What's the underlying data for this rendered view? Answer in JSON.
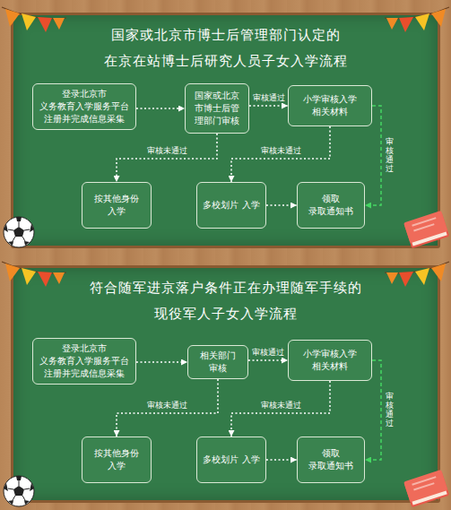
{
  "diagram": {
    "nodes": [
      {
        "text": [
          "国家或北京市博士后管理部门认定的 在京在站博士后研究人员子女入学流程"
        ]
      },
      {
        "text": [
          "登录北京市 义务教育入学服务平台 注册并完成信息采集"
        ],
        "in": 0
      },
      {
        "text": [
          "国家或北京 市博士后管 理部门审核"
        ],
        "in": 0
      },
      {
        "text": [
          "小学审核入学 相关材料"
        ],
        "in": 0
      },
      {
        "text": [
          "按其他身份 入学"
        ],
        "in": 0
      },
      {
        "text": [
          "多校划片 入学"
        ],
        "in": 0
      },
      {
        "text": [
          "领取 录取通知书"
        ],
        "in": 0
      },
      {
        "text": [
          "符合随军进京落户条件正在办理随军手续的 现役军人子女入学流程"
        ]
      },
      {
        "text": [
          "登录北京市 义务教育入学服务平台 注册并完成信息采集"
        ],
        "in": 7
      },
      {
        "text": [
          "相关部门 审核"
        ],
        "in": 7
      },
      {
        "text": [
          "小学审核入学 相关材料"
        ],
        "in": 7
      },
      {
        "text": [
          "按其他身份 入学"
        ],
        "in": 7
      },
      {
        "text": [
          "多校划片 入学"
        ],
        "in": 7
      },
      {
        "text": [
          "领取 录取通知书"
        ],
        "in": 7
      }
    ],
    "edges": [
      {
        "from": 1,
        "to": 2,
        "arrow": "to"
      },
      {
        "from": 2,
        "to": 3,
        "label": "审核通过",
        "arrow": "to"
      },
      {
        "from": 2,
        "to": 4,
        "label": "审核未通过",
        "arrow": "to"
      },
      {
        "from": 3,
        "to": 5,
        "label": "审核未通过",
        "arrow": "to"
      },
      {
        "from": 5,
        "to": 6,
        "arrow": "to"
      },
      {
        "from": 3,
        "to": 6,
        "label": "审核通过",
        "arrow": "to"
      },
      {
        "from": 8,
        "to": 9,
        "arrow": "to"
      },
      {
        "from": 9,
        "to": 10,
        "label": "审核通过",
        "arrow": "to"
      },
      {
        "from": 9,
        "to": 11,
        "label": "审核未通过",
        "arrow": "to"
      },
      {
        "from": 10,
        "to": 12,
        "label": "审核未通过",
        "arrow": "to"
      },
      {
        "from": 12,
        "to": 13,
        "arrow": "to"
      },
      {
        "from": 10,
        "to": 13,
        "label": "审核通过",
        "arrow": "to"
      }
    ]
  }
}
